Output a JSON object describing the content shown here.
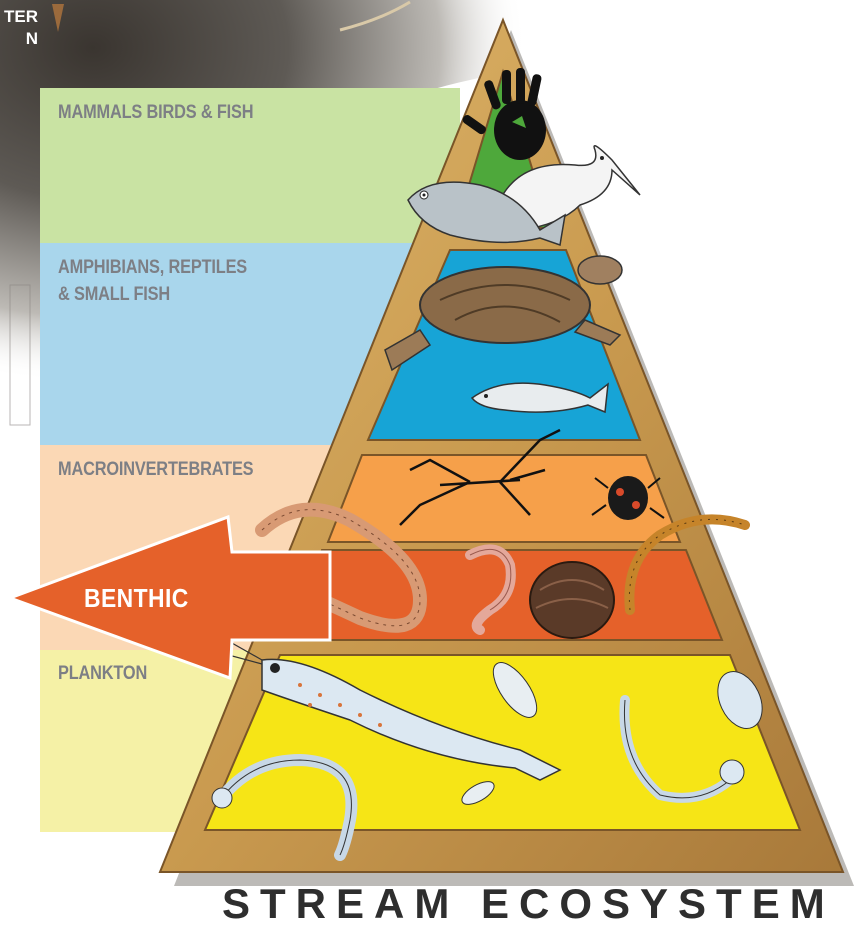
{
  "title": "STREAM ECOSYSTEM",
  "corner_text": "TER\nN",
  "arrow_label": "BENTHIC",
  "levels": [
    {
      "label": "MAMMALS BIRDS & FISH",
      "band_color": "#c9e3a3",
      "tier_color": "#4ea83b"
    },
    {
      "label": "AMPHIBIANS, REPTILES\n& SMALL FISH",
      "band_color": "#a9d6ec",
      "tier_color": "#17a4d6"
    },
    {
      "label": "MACROINVERTEBRATES",
      "band_color": "#fbd8b5",
      "tier_color": "#f6a04a"
    },
    {
      "label": "PLANKTON",
      "band_color": "#f5f1a6",
      "tier_color": "#f6e516"
    }
  ],
  "benthic_color": "#e5612a",
  "frame_color": "#c99a4f",
  "organisms": [
    "hand-icon",
    "heron-icon",
    "fish-icon",
    "turtle-icon",
    "small-fish-icon",
    "water-strider-icon",
    "beetle-icon",
    "worm-icon",
    "shrimp-icon",
    "clam-icon",
    "larva-icon",
    "krill-icon",
    "plankton-icon"
  ]
}
